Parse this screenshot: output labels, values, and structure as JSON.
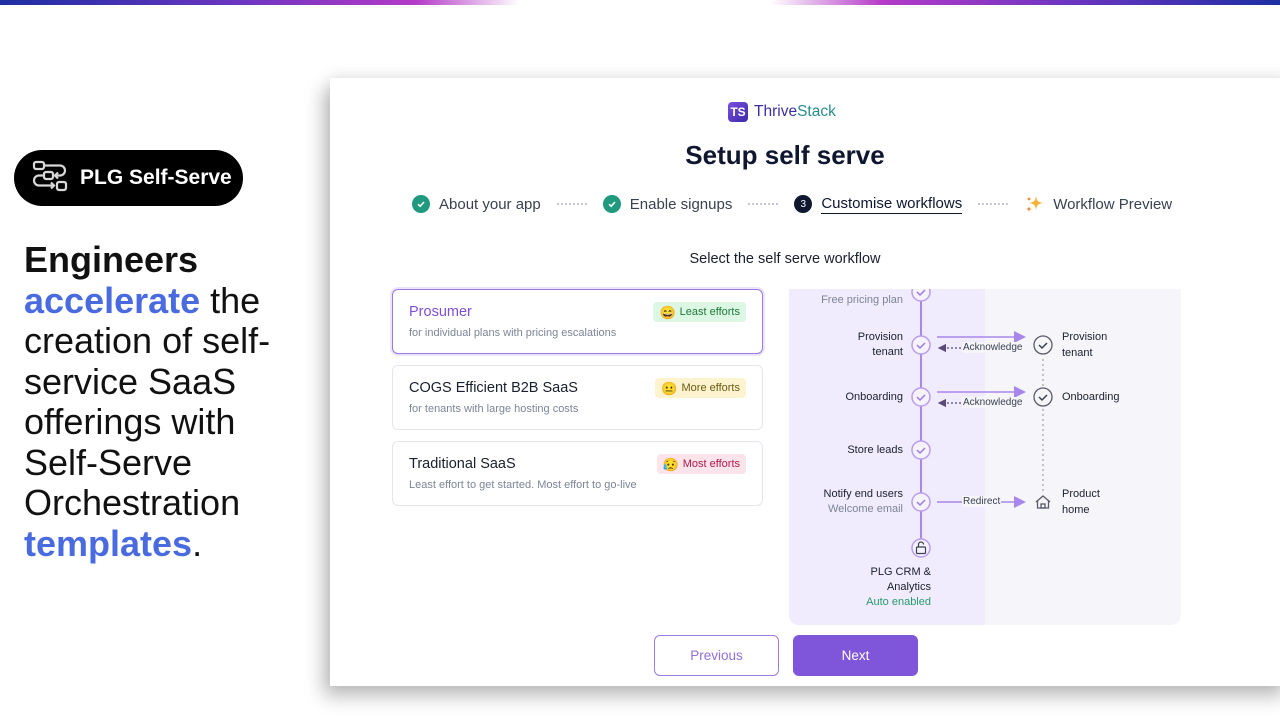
{
  "slide": {
    "badge_label": "PLG Self-Serve",
    "badge_icon": "workflow-icon",
    "headline": {
      "w1": "Engineers",
      "w2": "accelerate",
      "w3": " the creation of self-service SaaS offerings with Self-Serve Orchestration ",
      "w4": "templates",
      "w5": "."
    },
    "accent_color": "#4a6be0"
  },
  "app": {
    "brand_logo": "TS",
    "brand_name_1": "Thrive",
    "brand_name_2": "Stack",
    "title": "Setup self serve",
    "steps": [
      {
        "label": "About your app",
        "state": "done",
        "icon": "check-icon"
      },
      {
        "label": "Enable signups",
        "state": "done",
        "icon": "check-icon"
      },
      {
        "label": "Customise workflows",
        "state": "active",
        "number": "3"
      },
      {
        "label": "Workflow Preview",
        "state": "pending",
        "icon": "sparkle-icon"
      }
    ],
    "subtitle": "Select the self serve workflow",
    "options": [
      {
        "title": "Prosumer",
        "desc": "for individual plans with pricing escalations",
        "badge": "Least efforts",
        "emoji": "😄",
        "badge_bg": "#dcf7e3",
        "badge_color": "#1f7a3a",
        "selected": true
      },
      {
        "title": "COGS Efficient B2B SaaS",
        "desc": "for tenants with large hosting costs",
        "badge": "More efforts",
        "emoji": "😐",
        "badge_bg": "#fdf3cf",
        "badge_color": "#6b5a10",
        "selected": false
      },
      {
        "title": "Traditional SaaS",
        "desc": "Least effort to get started. Most effort to go-live",
        "badge": "Most efforts",
        "emoji": "😥",
        "badge_bg": "#fde4ea",
        "badge_color": "#b3194a",
        "selected": false
      }
    ],
    "diagram": {
      "left_nodes": [
        {
          "label": "Free pricing plan"
        },
        {
          "label1": "Provision",
          "label2": "tenant"
        },
        {
          "label": "Onboarding"
        },
        {
          "label": "Store leads"
        },
        {
          "label": "Notify end users",
          "sub": "Welcome email"
        },
        {
          "label1": "PLG CRM &",
          "label2": "Analytics",
          "sub": "Auto enabled"
        }
      ],
      "right_nodes": [
        {
          "label1": "Provision",
          "label2": "tenant"
        },
        {
          "label": "Onboarding"
        },
        {
          "label1": "Product",
          "label2": "home"
        }
      ],
      "edges": {
        "ack1": "Acknowledge",
        "ack2": "Acknowledge",
        "redirect": "Redirect"
      }
    },
    "buttons": {
      "previous": "Previous",
      "next": "Next"
    }
  }
}
